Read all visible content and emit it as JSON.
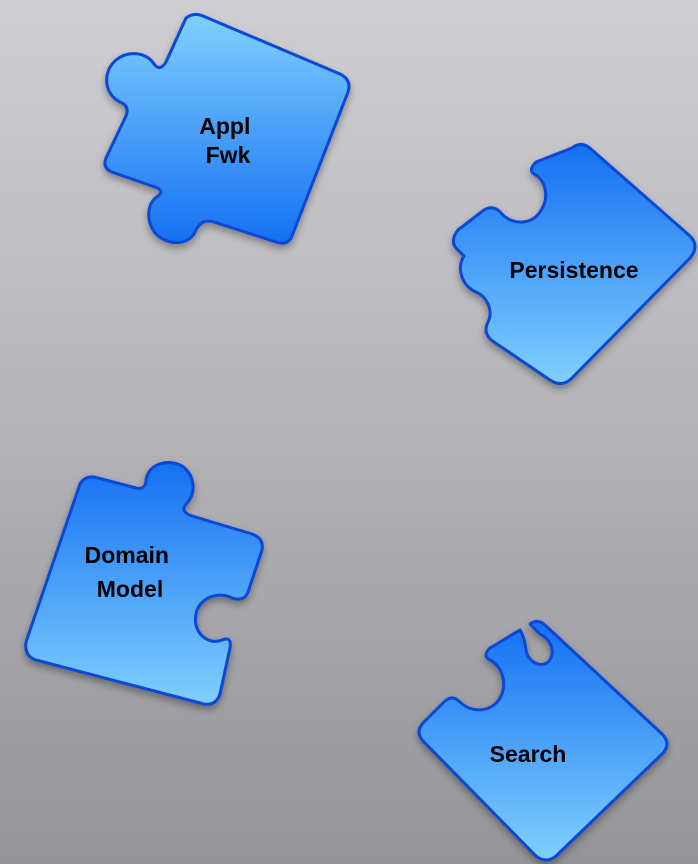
{
  "colors": {
    "piece_light": "#7fd0fd",
    "piece_dark": "#1570f3",
    "piece_stroke": "#0a46d6"
  },
  "pieces": [
    {
      "id": "appl-fwk",
      "label_lines": [
        "Appl",
        "Fwk"
      ]
    },
    {
      "id": "persistence",
      "label_lines": [
        "Persistence"
      ]
    },
    {
      "id": "domain-model",
      "label_lines": [
        "Domain",
        "Model"
      ]
    },
    {
      "id": "search",
      "label_lines": [
        "Search"
      ]
    }
  ]
}
